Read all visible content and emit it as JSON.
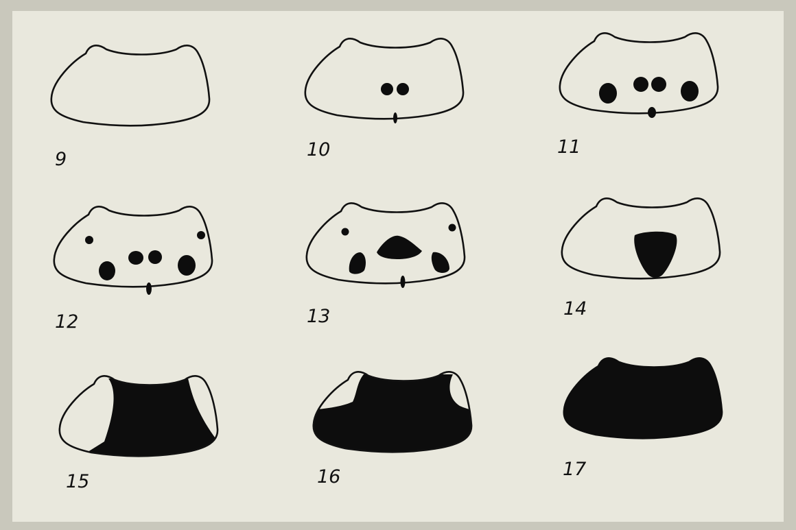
{
  "plate": {
    "background": "#e9e8dd",
    "frame": "#c9c8bc",
    "ink": "#0d0d0d",
    "figures": [
      {
        "label": "9",
        "pattern": "none"
      },
      {
        "label": "10",
        "pattern": "two-central-spots-and-dash"
      },
      {
        "label": "11",
        "pattern": "two-central-spots-two-lateral-spots-and-dot"
      },
      {
        "label": "12",
        "pattern": "corner-dots-central-spots-lateral-spots-and-dash"
      },
      {
        "label": "13",
        "pattern": "corner-dots-central-blotch-lateral-spots-and-dash"
      },
      {
        "label": "14",
        "pattern": "single-central-blotch"
      },
      {
        "label": "15",
        "pattern": "black-except-lateral-lobes"
      },
      {
        "label": "16",
        "pattern": "black-except-upper-corner-lobes"
      },
      {
        "label": "17",
        "pattern": "entirely-black"
      }
    ]
  }
}
